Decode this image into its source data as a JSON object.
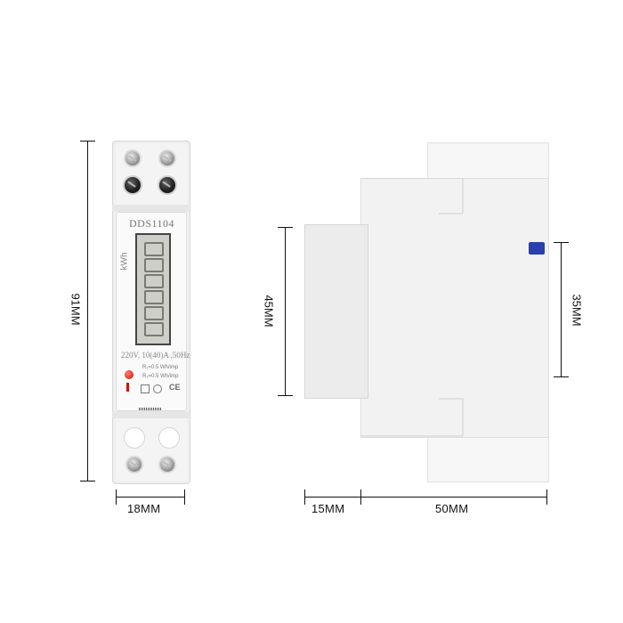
{
  "meter": {
    "model": "DDS1104",
    "unit": "kWh",
    "rating": "220V, 10(40)A ,50Hz",
    "constant_1": "R₁=0.5 Wh/imp",
    "constant_2": "R₂=0.5 Wh/imp",
    "ce": "CE"
  },
  "dimensions": {
    "height": "91MM",
    "front_width": "18MM",
    "side_front_height": "45MM",
    "side_back_height": "35MM",
    "depth_front": "15MM",
    "depth_body": "50MM"
  },
  "colors": {
    "body": "#f4f4f4",
    "led": "#d0200f",
    "din_clip": "#2b3fae",
    "dimension_lines": "#111111"
  }
}
